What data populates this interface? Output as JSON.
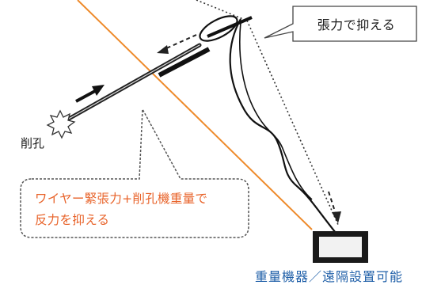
{
  "labels": {
    "tension_callout": "張力で抑える",
    "reaction_callout_line1": "ワイヤー緊張力+削孔機重量で",
    "reaction_callout_line2": "反力を抑える",
    "drill_hole": "削孔",
    "bottom_caption": "重量機器／遠隔設置可能"
  },
  "colors": {
    "wire": "#111111",
    "orange_line": "#ee8a2a",
    "reaction_text": "#e8632a",
    "caption_blue": "#1f5fa8"
  }
}
